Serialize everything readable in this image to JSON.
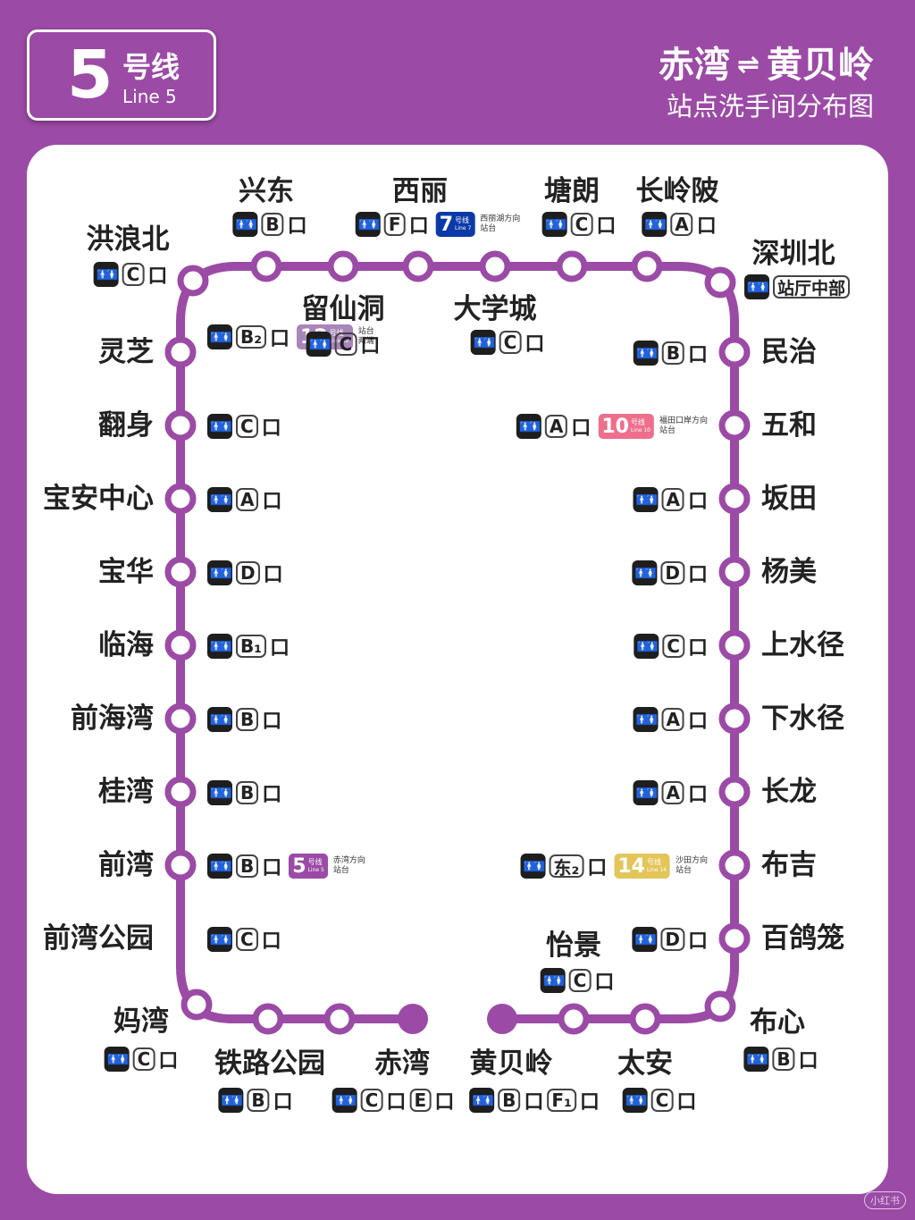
{
  "badge": {
    "number": "5",
    "cn": "号线",
    "en": "Line 5"
  },
  "header": {
    "from": "赤湾",
    "arrow": "⇌",
    "to": "黄贝岭",
    "subtitle": "站点洗手间分布图"
  },
  "colors": {
    "line": "#9b4aa6",
    "background": "#9b4aa6",
    "panel": "#ffffff",
    "line7": "#0b3aa8",
    "line10": "#ee6f8c",
    "line12": "#a985ba",
    "line14": "#e3c55a"
  },
  "icons": {
    "toilet": "restroom-icon"
  },
  "watermark": "小红书",
  "stations": [
    {
      "key": "chiwan",
      "name": "赤湾",
      "exits": [
        "C",
        "E"
      ],
      "terminal": true
    },
    {
      "key": "lixingongyuan",
      "name": "铁路公园",
      "exits": [
        "B"
      ]
    },
    {
      "key": "mawan",
      "name": "妈湾",
      "exits": [
        "C"
      ]
    },
    {
      "key": "qianwangongyuan",
      "name": "前湾公园",
      "exits": [
        "C"
      ]
    },
    {
      "key": "qianwan",
      "name": "前湾",
      "exits": [
        "B"
      ],
      "transfer": {
        "line": "5",
        "label": "5",
        "cnsub": "号线",
        "ensub": "Line 5",
        "note": [
          "赤湾方向",
          "站台"
        ],
        "color": "#9b4aa6"
      }
    },
    {
      "key": "guiwan",
      "name": "桂湾",
      "exits": [
        "B"
      ]
    },
    {
      "key": "qianhaiwan",
      "name": "前海湾",
      "exits": [
        "B"
      ]
    },
    {
      "key": "linhai",
      "name": "临海",
      "exits": [
        "B₁"
      ]
    },
    {
      "key": "baohua",
      "name": "宝华",
      "exits": [
        "D"
      ]
    },
    {
      "key": "baoanzhongxin",
      "name": "宝安中心",
      "exits": [
        "A"
      ]
    },
    {
      "key": "fanshen",
      "name": "翻身",
      "exits": [
        "C"
      ]
    },
    {
      "key": "lingzhi",
      "name": "灵芝",
      "exits": [
        "B₂"
      ],
      "transfer": {
        "line": "12",
        "label": "12",
        "cnsub": "号线",
        "ensub": "Line 12",
        "note": [
          "站台",
          "两端"
        ],
        "color": "#a985ba"
      }
    },
    {
      "key": "honglangbei",
      "name": "洪浪北",
      "exits": [
        "C"
      ]
    },
    {
      "key": "xingdong",
      "name": "兴东",
      "exits": [
        "B"
      ]
    },
    {
      "key": "liuxiandong",
      "name": "留仙洞",
      "exits": [
        "C"
      ]
    },
    {
      "key": "xili",
      "name": "西丽",
      "exits": [
        "F"
      ],
      "transfer": {
        "line": "7",
        "label": "7",
        "cnsub": "号线",
        "ensub": "Line 7",
        "note": [
          "西丽湖方向",
          "站台"
        ],
        "color": "#0b3aa8"
      }
    },
    {
      "key": "daxuecheng",
      "name": "大学城",
      "exits": [
        "C"
      ]
    },
    {
      "key": "tanglang",
      "name": "塘朗",
      "exits": [
        "C"
      ]
    },
    {
      "key": "changlingpi",
      "name": "长岭陂",
      "exits": [
        "A"
      ]
    },
    {
      "key": "shenzhenbei",
      "name": "深圳北",
      "exits": [],
      "special": "站厅中部"
    },
    {
      "key": "minzhi",
      "name": "民治",
      "exits": [
        "B"
      ]
    },
    {
      "key": "wuhe",
      "name": "五和",
      "exits": [
        "A"
      ],
      "transfer": {
        "line": "10",
        "label": "10",
        "cnsub": "号线",
        "ensub": "Line 10",
        "note": [
          "福田口岸方向",
          "站台"
        ],
        "color": "#ee6f8c"
      }
    },
    {
      "key": "bantian",
      "name": "坂田",
      "exits": [
        "A"
      ]
    },
    {
      "key": "yangmei",
      "name": "杨美",
      "exits": [
        "D"
      ]
    },
    {
      "key": "shangshuijing",
      "name": "上水径",
      "exits": [
        "C"
      ]
    },
    {
      "key": "xiashuijing",
      "name": "下水径",
      "exits": [
        "A"
      ]
    },
    {
      "key": "changlong",
      "name": "长龙",
      "exits": [
        "A"
      ]
    },
    {
      "key": "buji",
      "name": "布吉",
      "exits": [
        "东₂"
      ],
      "transfer": {
        "line": "14",
        "label": "14",
        "cnsub": "号线",
        "ensub": "Line 14",
        "note": [
          "沙田方向",
          "站台"
        ],
        "color": "#e3c55a"
      }
    },
    {
      "key": "baigelong",
      "name": "百鸽笼",
      "exits": [
        "D"
      ]
    },
    {
      "key": "buxin",
      "name": "布心",
      "exits": [
        "B"
      ]
    },
    {
      "key": "taian",
      "name": "太安",
      "exits": [
        "C"
      ]
    },
    {
      "key": "yijing",
      "name": "怡景",
      "exits": [
        "C"
      ]
    },
    {
      "key": "huangbeiling",
      "name": "黄贝岭",
      "exits": [
        "B",
        "F₁"
      ],
      "terminal": true
    }
  ],
  "kou": "口"
}
